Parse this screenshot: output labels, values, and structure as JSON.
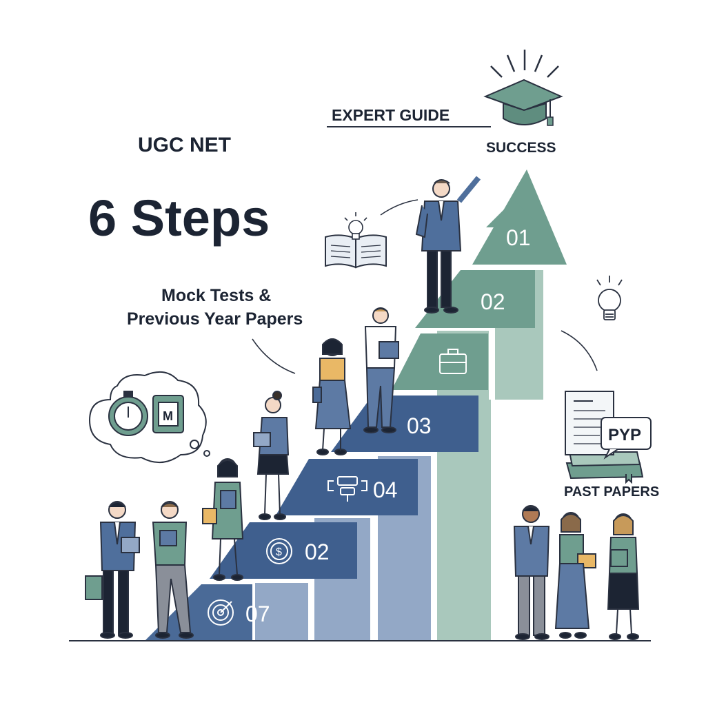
{
  "heading": {
    "kicker": "UGC NET",
    "title": "6 Steps",
    "subtitle_line1": "Mock Tests &",
    "subtitle_line2": "Previous Year Papers"
  },
  "labels": {
    "expert_guide": "EXPERT GUIDE",
    "success": "SUCCESS",
    "past_papers": "PAST PAPERS",
    "pyp_badge": "PYP",
    "thought_tile_letter": "M"
  },
  "steps": [
    {
      "label": "07",
      "icon": "target-icon"
    },
    {
      "label": "02",
      "icon": "dollar-coin-icon"
    },
    {
      "label": "04",
      "icon": "network-icon"
    },
    {
      "label": "03",
      "icon": "none"
    },
    {
      "label": "",
      "icon": "briefcase-icon"
    },
    {
      "label": "02",
      "icon": "none"
    },
    {
      "label": "01",
      "icon": "none"
    }
  ],
  "colors": {
    "navy": "#3f5f8e",
    "slate": "#5d7aa4",
    "pale_blue": "#93a8c6",
    "teal": "#6f9e8f",
    "pale_teal": "#a9c8bc",
    "ink": "#1c2433",
    "outline": "#2a3140"
  }
}
